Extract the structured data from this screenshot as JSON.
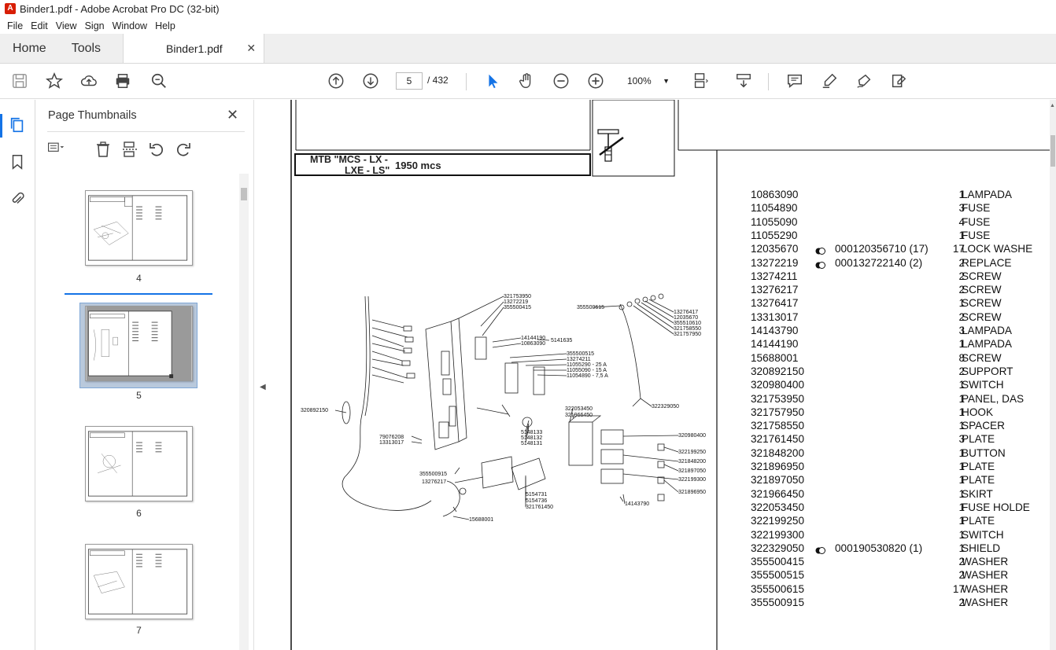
{
  "window": {
    "title": "Binder1.pdf - Adobe Acrobat Pro DC (32-bit)",
    "app_icon": "acrobat-icon"
  },
  "menu": [
    "File",
    "Edit",
    "View",
    "Sign",
    "Window",
    "Help"
  ],
  "tabs": {
    "home": "Home",
    "tools": "Tools",
    "document": "Binder1.pdf"
  },
  "toolbar": {
    "current_page": "5",
    "total_pages": "/ 432",
    "zoom": "100%"
  },
  "thumbnails": {
    "title": "Page Thumbnails",
    "pages": [
      {
        "label": "4"
      },
      {
        "label": "5",
        "selected": true
      },
      {
        "label": "6"
      },
      {
        "label": "7"
      }
    ]
  },
  "document": {
    "header_line1": "MTB \"MCS - LX -",
    "header_line2": "LXE - LS\"",
    "header_value": "1950  mcs",
    "diagram_labels": [
      "321753950",
      "13272219",
      "355500415",
      "14144190",
      "10863090",
      "5141635",
      "355500515",
      "13274211",
      "11055290 - 25 A",
      "11055090 - 15 A",
      "11054890 - 7,5 A",
      "355500615",
      "13276417",
      "12035670",
      "355510610",
      "321758550",
      "321757950",
      "320892150",
      "79076208",
      "13313017",
      "5148133",
      "5148132",
      "5148131",
      "322053450",
      "321966450",
      "322329050",
      "320980400",
      "322199250",
      "321848200",
      "321897050",
      "322199300",
      "321896950",
      "355500915",
      "13276217",
      "5154731",
      "5154736",
      "321761450",
      "14143790",
      "15688001"
    ],
    "parts": [
      {
        "code": "10863090",
        "ref": "",
        "qty": "1",
        "desc": "LAMPADA"
      },
      {
        "code": "11054890",
        "ref": "",
        "qty": "3",
        "desc": "FUSE"
      },
      {
        "code": "11055090",
        "ref": "",
        "qty": "4",
        "desc": "FUSE"
      },
      {
        "code": "11055290",
        "ref": "",
        "qty": "1",
        "desc": "FUSE"
      },
      {
        "code": "12035670",
        "ref": "000120356710  (17)",
        "qty": "17",
        "desc": "LOCK WASHE",
        "marked": true
      },
      {
        "code": "13272219",
        "ref": "000132722140  (2)",
        "qty": "2",
        "desc": "REPLACE",
        "marked": true
      },
      {
        "code": "13274211",
        "ref": "",
        "qty": "2",
        "desc": "SCREW"
      },
      {
        "code": "13276217",
        "ref": "",
        "qty": "2",
        "desc": "SCREW"
      },
      {
        "code": "13276417",
        "ref": "",
        "qty": "1",
        "desc": "SCREW"
      },
      {
        "code": "13313017",
        "ref": "",
        "qty": "2",
        "desc": "SCREW"
      },
      {
        "code": "14143790",
        "ref": "",
        "qty": "3",
        "desc": "LAMPADA"
      },
      {
        "code": "14144190",
        "ref": "",
        "qty": "1",
        "desc": "LAMPADA"
      },
      {
        "code": "15688001",
        "ref": "",
        "qty": "8",
        "desc": "SCREW"
      },
      {
        "code": "320892150",
        "ref": "",
        "qty": "2",
        "desc": "SUPPORT"
      },
      {
        "code": "320980400",
        "ref": "",
        "qty": "1",
        "desc": "SWITCH"
      },
      {
        "code": "321753950",
        "ref": "",
        "qty": "1",
        "desc": "PANEL, DAS"
      },
      {
        "code": "321757950",
        "ref": "",
        "qty": "1",
        "desc": "HOOK"
      },
      {
        "code": "321758550",
        "ref": "",
        "qty": "1",
        "desc": "SPACER"
      },
      {
        "code": "321761450",
        "ref": "",
        "qty": "3",
        "desc": "PLATE"
      },
      {
        "code": "321848200",
        "ref": "",
        "qty": "1",
        "desc": "BUTTON"
      },
      {
        "code": "321896950",
        "ref": "",
        "qty": "1",
        "desc": "PLATE"
      },
      {
        "code": "321897050",
        "ref": "",
        "qty": "1",
        "desc": "PLATE"
      },
      {
        "code": "321966450",
        "ref": "",
        "qty": "1",
        "desc": "SKIRT"
      },
      {
        "code": "322053450",
        "ref": "",
        "qty": "1",
        "desc": "FUSE HOLDE"
      },
      {
        "code": "322199250",
        "ref": "",
        "qty": "1",
        "desc": "PLATE"
      },
      {
        "code": "322199300",
        "ref": "",
        "qty": "1",
        "desc": "SWITCH"
      },
      {
        "code": "322329050",
        "ref": "000190530820  (1)",
        "qty": "1",
        "desc": "SHIELD",
        "marked": true
      },
      {
        "code": "355500415",
        "ref": "",
        "qty": "2",
        "desc": "WASHER"
      },
      {
        "code": "355500515",
        "ref": "",
        "qty": "2",
        "desc": "WASHER"
      },
      {
        "code": "355500615",
        "ref": "",
        "qty": "17",
        "desc": "WASHER"
      },
      {
        "code": "355500915",
        "ref": "",
        "qty": "2",
        "desc": "WASHER"
      }
    ]
  },
  "colors": {
    "accent": "#1473e6",
    "selected_thumb": "#b9c9dc"
  }
}
